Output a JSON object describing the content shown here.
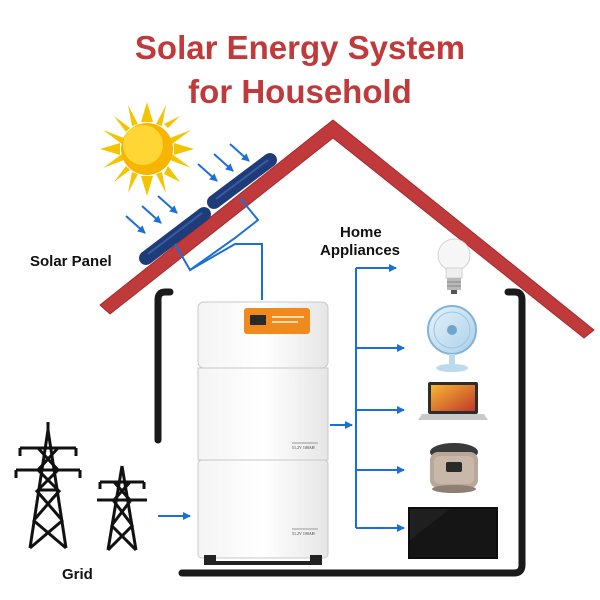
{
  "title": {
    "line1": "Solar Energy System",
    "line2": "for Household"
  },
  "labels": {
    "solar_panel": "Solar Panel",
    "home_appliances_line1": "Home",
    "home_appliances_line2": "Appliances",
    "grid": "Grid"
  },
  "battery": {
    "module1_text": "51.2V 100AH",
    "module2_text": "51.2V 100AH"
  },
  "appliances": [
    "light-bulb",
    "electric-fan",
    "laptop",
    "rice-cooker",
    "television"
  ],
  "colors": {
    "title": "#c0393b",
    "roof": "#c0393b",
    "panel": "#1e3c7a",
    "arrow": "#1d6fd8",
    "sun": "#f5c400",
    "walls": "#1a1a1a",
    "inverter_accent": "#f08a1c"
  }
}
